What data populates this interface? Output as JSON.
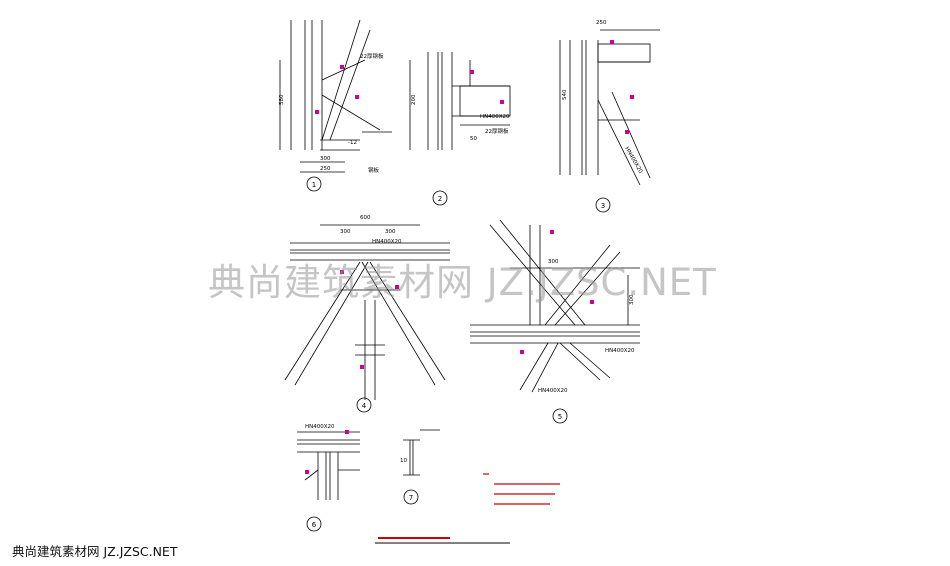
{
  "watermark": "典尚建筑素材网 JZ.JZSC.NET",
  "footer_text": "典尚建筑素材网 JZ.JZSC.NET",
  "colors": {
    "line": "#000000",
    "dim_text": "#000000",
    "marker": "#cc0099",
    "note": "#cc0000",
    "watermark": "#969696"
  },
  "details": [
    {
      "label": "1",
      "dims": [
        "580",
        "300",
        "250"
      ],
      "notes": [
        "22厚钢板",
        "-12",
        "钢板"
      ]
    },
    {
      "label": "2",
      "dims": [
        "200",
        "50"
      ],
      "notes": [
        "HN400X20",
        "22厚钢板"
      ]
    },
    {
      "label": "3",
      "dims": [
        "250",
        "540"
      ],
      "notes": [
        "HN400X20"
      ]
    },
    {
      "label": "4",
      "dims": [
        "600",
        "300",
        "300"
      ],
      "notes": [
        "HN400X20"
      ]
    },
    {
      "label": "5",
      "dims": [
        "300",
        "300"
      ],
      "notes": [
        "HN400X20",
        "HN400X20"
      ]
    },
    {
      "label": "6",
      "dims": [],
      "notes": [
        "HN400X20"
      ]
    },
    {
      "label": "7",
      "dims": [
        "10"
      ],
      "notes": []
    }
  ]
}
